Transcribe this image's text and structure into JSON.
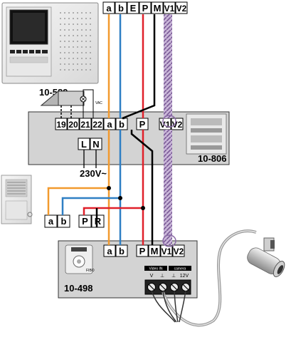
{
  "top_terminals": [
    "a",
    "b",
    "E",
    "P",
    "M",
    "V1",
    "V2"
  ],
  "relay": {
    "terminals": [
      "19",
      "20",
      "21",
      "22",
      "a",
      "b",
      "P",
      "V1",
      "V2"
    ],
    "power_terminals": [
      "L",
      "N"
    ],
    "power_label": "230V~",
    "model": "10-806",
    "vac_label": "VAC"
  },
  "monitor_model": "10-589",
  "door_terminals": [
    "a",
    "b",
    "P",
    "R"
  ],
  "module": {
    "terminals": [
      "a",
      "b",
      "P",
      "M",
      "V1",
      "V2"
    ],
    "model": "10-498",
    "video_in_label": "Video IN",
    "camera_label": "camera",
    "video_pins": [
      "V",
      "⊥"
    ],
    "camera_pins": [
      "⊥",
      "12V"
    ],
    "chip_text": "FIBO"
  },
  "colors": {
    "wire_a": "#f29a2e",
    "wire_b": "#2f7fc4",
    "wire_P": "#e0202a",
    "wire_M": "#000000",
    "wire_video": "#a98bbf",
    "box_fill": "#d3d3d3"
  }
}
